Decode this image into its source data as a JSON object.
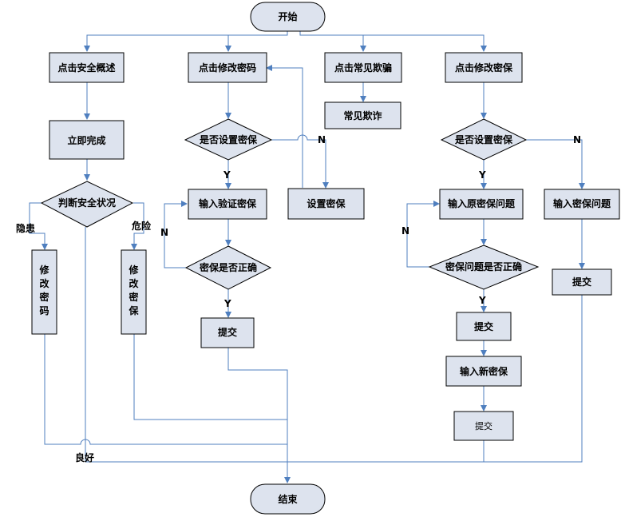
{
  "nodes": {
    "start": "开始",
    "end": "结束",
    "click_overview": "点击安全概述",
    "complete_now": "立即完成",
    "judge_status": "判断安全状况",
    "modify_password_v": "修改密码",
    "modify_security_v": "修改密保",
    "click_modify_password": "点击修改密码",
    "has_security_left": "是否设置密保",
    "input_verify_security": "输入验证密保",
    "security_correct": "密保是否正确",
    "submit_1": "提交",
    "set_security": "设置密保",
    "click_common_fraud": "点击常见欺骗",
    "common_fraud": "常见欺诈",
    "click_modify_security": "点击修改密保",
    "has_security_right": "是否设置密保",
    "input_original_question": "输入原密保问题",
    "question_correct": "密保问题是否正确",
    "submit_2": "提交",
    "input_new_security": "输入新密保",
    "submit_3": "提交",
    "input_security_question": "输入密保问题",
    "submit_4": "提交"
  },
  "labels": {
    "hazard": "隐患",
    "danger": "危险",
    "good": "良好",
    "yes_1": "Y",
    "no_1": "N",
    "no_2": "N",
    "yes_2": "Y",
    "yes_3": "Y",
    "no_3": "N",
    "no_4": "N",
    "yes_4": "Y"
  },
  "colors": {
    "node_fill": "#dde3ee",
    "node_stroke": "#000000",
    "edge": "#4f7fbf"
  }
}
